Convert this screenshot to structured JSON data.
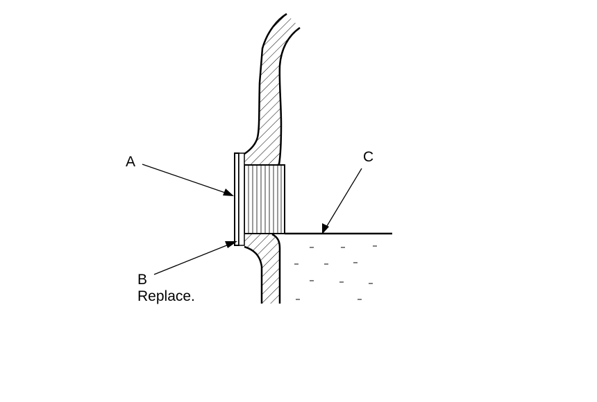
{
  "labels": {
    "a": "A",
    "b": "B",
    "b_note": "Replace.",
    "c": "C"
  }
}
